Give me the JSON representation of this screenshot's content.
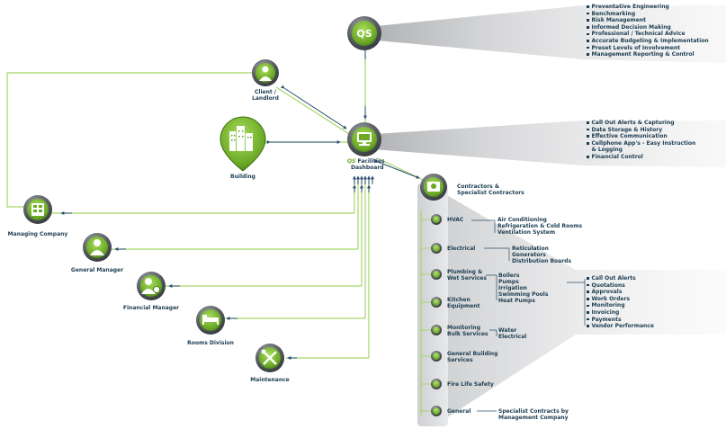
{
  "hub": {
    "brand": "QS",
    "label_line1": "Facilities",
    "label_line2": "Dashboard",
    "features": [
      "Call Out Alerts & Capturing",
      "Data Storage & History",
      "Effective Communication",
      "Cellphone App's - Easy Instruction",
      "& Logging",
      "Financial Control"
    ]
  },
  "qs": {
    "brand": "QS",
    "benefits": [
      "Preventative Engineering",
      "Benchmarking",
      "Risk Management",
      "Informed Decision Making",
      "Professional / Technical Advice",
      "Accurate Budgeting & Implementation",
      "Preset Levels of Involvement",
      "Management Reporting & Control"
    ]
  },
  "stakeholders": {
    "client": {
      "line1": "Client /",
      "line2": "Landlord"
    },
    "building": "Building",
    "managing_company": "Managing Company",
    "general_manager": "General Manager",
    "financial_manager": "Financial Manager",
    "rooms_division": "Rooms Division",
    "maintenance": "Maintenance"
  },
  "contractors": {
    "title_line1": "Contractors &",
    "title_line2": "Specialist Contractors",
    "services": [
      {
        "line1": "HVAC",
        "line2": "",
        "items": [
          "Air Conditioning",
          "Refrigeration & Cold Rooms",
          "Ventilation System"
        ]
      },
      {
        "line1": "Electrical",
        "line2": "",
        "items": [
          "Reticulation",
          "Generators",
          "Distribution Boards"
        ]
      },
      {
        "line1": "Plumbing &",
        "line2": "Wet Services",
        "items": [
          "Boilers",
          "Pumps",
          "Irrigation",
          "Swimming Pools",
          "Heat Pumps"
        ]
      },
      {
        "line1": "Kitchen",
        "line2": "Equipment",
        "items": []
      },
      {
        "line1": "Monitoring",
        "line2": "Bulk Services",
        "items": [
          "Water",
          "Electrical"
        ]
      },
      {
        "line1": "General Building",
        "line2": "Services",
        "items": []
      },
      {
        "line1": "Fire Life Safety",
        "line2": "",
        "items": []
      },
      {
        "line1": "General",
        "line2": "",
        "items": [
          "Specialist Contracts by",
          "Management Company"
        ]
      }
    ],
    "workflow": [
      "Call Out Alerts",
      "Quotations",
      "Approvals",
      "Work Orders",
      "Monitoring",
      "Invoicing",
      "Payments",
      "Vendor Performance"
    ]
  },
  "colors": {
    "green": "#7ab829",
    "green_dark": "#3f7a12",
    "navy": "#1c3d52",
    "arrow": "#2a4f6e",
    "line_green": "#a8d66a",
    "bevel_dark": "#4d5257",
    "fan_grey": "#d8d9db"
  },
  "icons": [
    "qs-logo-icon",
    "dashboard-monitor-icon",
    "client-person-icon",
    "building-icon",
    "org-chart-icon",
    "manager-person-icon",
    "financial-manager-icon",
    "rooms-bed-icon",
    "maintenance-tools-icon",
    "contractor-monitor-icon",
    "service-bullet-icon"
  ]
}
